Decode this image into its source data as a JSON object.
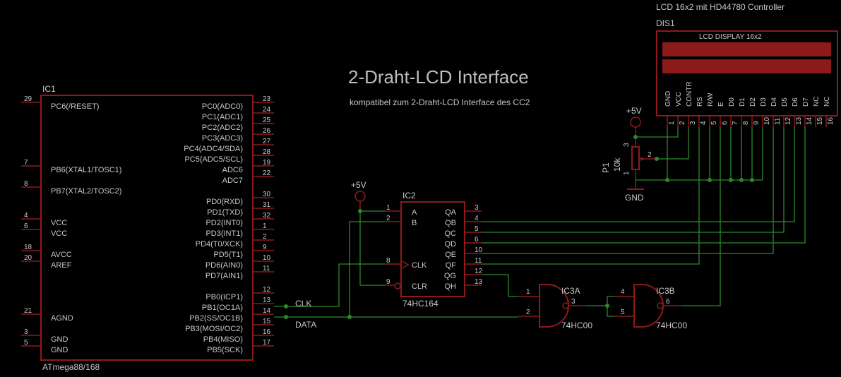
{
  "title": "2-Draht-LCD Interface",
  "subtitle": "kompatibel zum 2-Draht-LCD Interface des CC2",
  "lcd": {
    "desc": "LCD 16x2  mit HD44780 Controller",
    "ref": "DIS1",
    "header": "LCD DISPLAY 16x2",
    "pin_labels": [
      "GND",
      "VCC",
      "CONTR",
      "RS",
      "R/W",
      "E",
      "D0",
      "D1",
      "D2",
      "D3",
      "D4",
      "D5",
      "D6",
      "D7",
      "NC",
      "NC"
    ],
    "pin_numbers": [
      "1",
      "2",
      "3",
      "4",
      "5",
      "6",
      "7",
      "8",
      "9",
      "10",
      "11",
      "12",
      "13",
      "14",
      "15",
      "16"
    ]
  },
  "mcu": {
    "ref": "IC1",
    "name": "ATmega88/168",
    "left_pins": [
      {
        "num": "29",
        "label": "PC6(/RESET)"
      },
      {
        "num": "7",
        "label": "PB6(XTAL1/TOSC1)"
      },
      {
        "num": "8",
        "label": "PB7(XTAL2/TOSC2)"
      },
      {
        "num": "4",
        "label": "VCC"
      },
      {
        "num": "6",
        "label": "VCC"
      },
      {
        "num": "18",
        "label": "AVCC"
      },
      {
        "num": "20",
        "label": "AREF"
      },
      {
        "num": "21",
        "label": "AGND"
      },
      {
        "num": "3",
        "label": "GND"
      },
      {
        "num": "5",
        "label": "GND"
      }
    ],
    "right_pins": [
      {
        "num": "23",
        "label": "PC0(ADC0)"
      },
      {
        "num": "24",
        "label": "PC1(ADC1)"
      },
      {
        "num": "25",
        "label": "PC2(ADC2)"
      },
      {
        "num": "26",
        "label": "PC3(ADC3)"
      },
      {
        "num": "27",
        "label": "PC4(ADC4/SDA)"
      },
      {
        "num": "28",
        "label": "PC5(ADC5/SCL)"
      },
      {
        "num": "19",
        "label": "ADC6"
      },
      {
        "num": "22",
        "label": "ADC7"
      },
      {
        "num": "30",
        "label": "PD0(RXD)"
      },
      {
        "num": "31",
        "label": "PD1(TXD)"
      },
      {
        "num": "32",
        "label": "PD2(INT0)"
      },
      {
        "num": "1",
        "label": "PD3(INT1)"
      },
      {
        "num": "2",
        "label": "PD4(T0/XCK)"
      },
      {
        "num": "9",
        "label": "PD5(T1)"
      },
      {
        "num": "10",
        "label": "PD6(AIN0)"
      },
      {
        "num": "11",
        "label": "PD7(AIN1)"
      },
      {
        "num": "12",
        "label": "PB0(ICP1)"
      },
      {
        "num": "13",
        "label": "PB1(OC1A)"
      },
      {
        "num": "14",
        "label": "PB2(SS/OC1B)"
      },
      {
        "num": "15",
        "label": "PB3(MOSI/OC2)"
      },
      {
        "num": "16",
        "label": "PB4(MISO)"
      },
      {
        "num": "17",
        "label": "PB5(SCK)"
      }
    ]
  },
  "shift_register": {
    "ref": "IC2",
    "name": "74HC164",
    "left_pins": [
      {
        "num": "1",
        "label": "A"
      },
      {
        "num": "2",
        "label": "B"
      },
      {
        "num": "8",
        "label": "CLK"
      },
      {
        "num": "9",
        "label": "CLR"
      }
    ],
    "right_pins": [
      {
        "num": "3",
        "label": "QA"
      },
      {
        "num": "4",
        "label": "QB"
      },
      {
        "num": "5",
        "label": "QC"
      },
      {
        "num": "6",
        "label": "QD"
      },
      {
        "num": "10",
        "label": "QE"
      },
      {
        "num": "11",
        "label": "QF"
      },
      {
        "num": "12",
        "label": "QG"
      },
      {
        "num": "13",
        "label": "QH"
      }
    ]
  },
  "gates": {
    "a": {
      "ref": "IC3A",
      "name": "74HC00",
      "in1": "1",
      "in2": "2",
      "out": "3"
    },
    "b": {
      "ref": "IC3B",
      "name": "74HC00",
      "in1": "4",
      "in2": "5",
      "out": "6"
    }
  },
  "pot": {
    "ref": "P1",
    "value": "10k",
    "pin1": "1",
    "pin2": "2",
    "pin3": "3"
  },
  "power": {
    "vcc_label": "+5V",
    "gnd_label": "GND"
  },
  "nets": {
    "clk": "CLK",
    "data": "DATA"
  },
  "colors": {
    "background": "#000000",
    "component": "#8c1a1a",
    "wire": "#2a8a2a",
    "text": "#c8c8c8"
  }
}
